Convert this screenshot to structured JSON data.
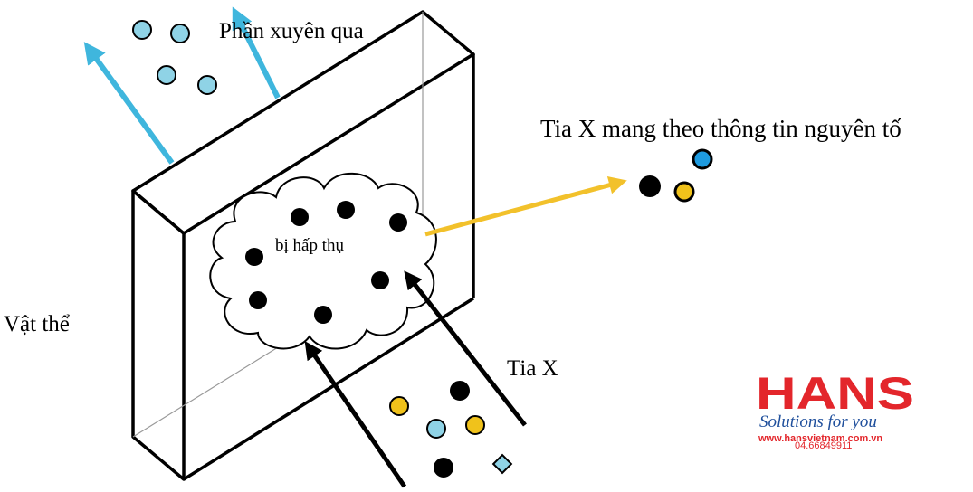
{
  "labels": {
    "transmitted": "Phần xuyên qua",
    "absorbed": "bị hấp thụ",
    "object": "Vật thể",
    "xray": "Tia X",
    "element_info": "Tia X mang theo thông tin nguyên tố"
  },
  "logo": {
    "brand": "HANS",
    "tagline": "Solutions for you",
    "url": "www.hansvietnam.com.vn",
    "phone": "04.66849911"
  },
  "colors": {
    "cyan_particle": "#8fd3e6",
    "yellow_particle": "#f0c21b",
    "blue_particle": "#1e9be0",
    "black_particle": "#000000",
    "cyan_arrow": "#3fb6dd",
    "yellow_arrow": "#f2c12b",
    "brand_red": "#e3262b",
    "brand_blue": "#1f4f9c"
  }
}
